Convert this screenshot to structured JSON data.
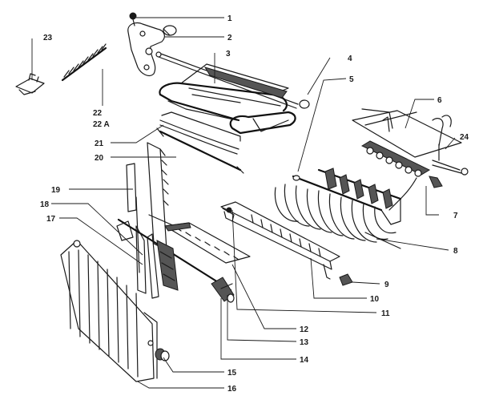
{
  "figure": {
    "type": "exploded-parts-diagram",
    "ink_color": "#1a1a1a",
    "background": "#ffffff"
  },
  "callouts": [
    {
      "id": "1",
      "text": "1"
    },
    {
      "id": "2",
      "text": "2"
    },
    {
      "id": "3",
      "text": "3"
    },
    {
      "id": "4",
      "text": "4"
    },
    {
      "id": "5",
      "text": "5"
    },
    {
      "id": "6",
      "text": "6"
    },
    {
      "id": "7",
      "text": "7"
    },
    {
      "id": "8",
      "text": "8"
    },
    {
      "id": "9",
      "text": "9"
    },
    {
      "id": "10",
      "text": "10"
    },
    {
      "id": "11",
      "text": "11"
    },
    {
      "id": "12",
      "text": "12"
    },
    {
      "id": "13",
      "text": "13"
    },
    {
      "id": "14",
      "text": "14"
    },
    {
      "id": "15",
      "text": "15"
    },
    {
      "id": "16",
      "text": "16"
    },
    {
      "id": "17",
      "text": "17"
    },
    {
      "id": "18",
      "text": "18"
    },
    {
      "id": "19",
      "text": "19"
    },
    {
      "id": "20",
      "text": "20"
    },
    {
      "id": "21",
      "text": "21"
    },
    {
      "id": "22",
      "text": "22"
    },
    {
      "id": "22A",
      "text": "22 A"
    },
    {
      "id": "23",
      "text": "23"
    },
    {
      "id": "24",
      "text": "24"
    }
  ]
}
